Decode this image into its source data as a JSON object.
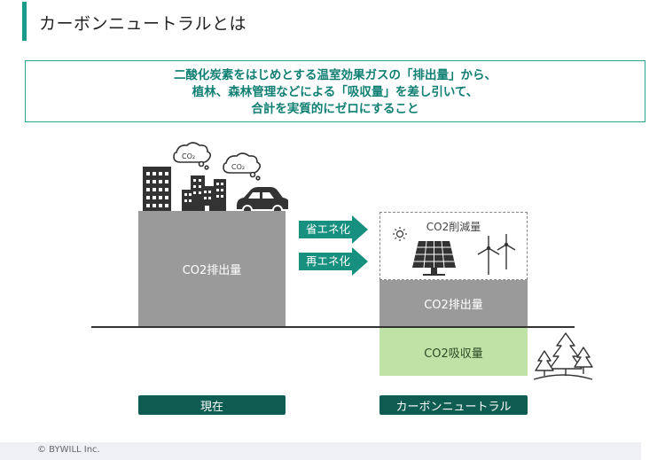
{
  "header": {
    "title": "カーボンニュートラルとは"
  },
  "definition": {
    "lines": [
      "二酸化炭素をはじめとする温室効果ガスの「排出量」から、",
      "植林、森林管理などによる「吸収量」を差し引いて、",
      "合計を実質的にゼロにすること"
    ]
  },
  "diagram": {
    "current_emission_label": "CO2排出量",
    "arrows": [
      "省エネ化",
      "再エネ化"
    ],
    "reduction_label": "CO2削減量",
    "cn_emission_label": "CO2排出量",
    "absorption_label": "CO2吸収量",
    "cloud_text": "CO₂",
    "tags": {
      "current": "現在",
      "carbon_neutral": "カーボンニュートラル"
    }
  },
  "colors": {
    "accent": "#1a9c8c",
    "dark_tag": "#0f5c52",
    "gray_block": "#9a9a9a",
    "absorb_green": "#bfe3a6"
  },
  "footer": {
    "copyright": "© BYWILL Inc."
  }
}
